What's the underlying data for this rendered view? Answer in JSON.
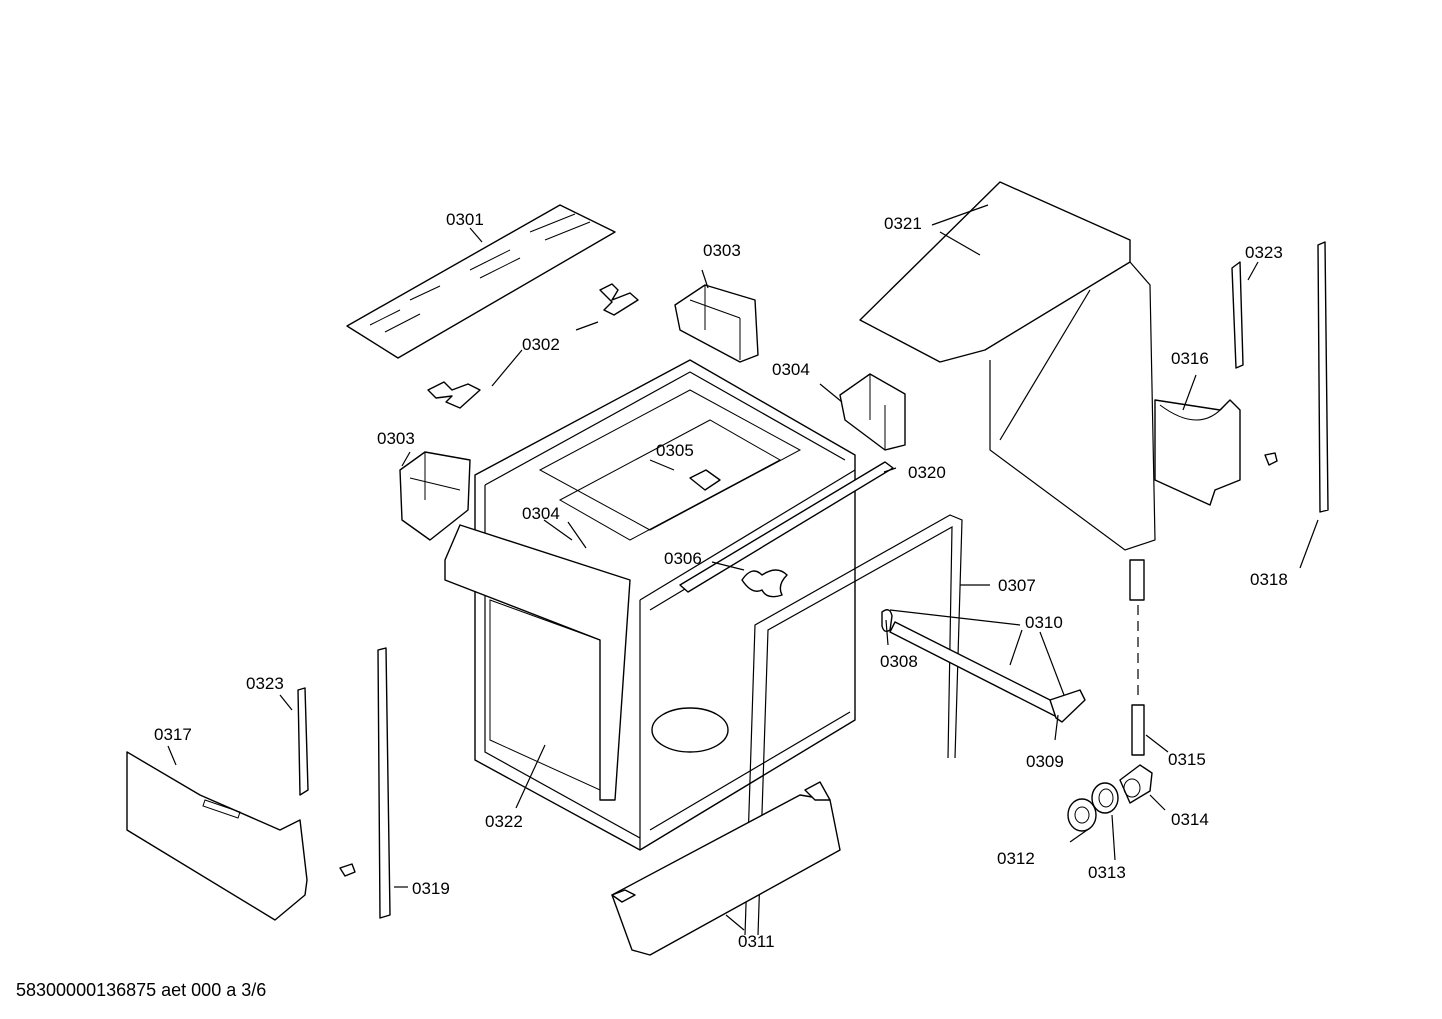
{
  "diagram": {
    "part_labels": {
      "p0301": "0301",
      "p0302": "0302",
      "p0303a": "0303",
      "p0303b": "0303",
      "p0304a": "0304",
      "p0304b": "0304",
      "p0305": "0305",
      "p0306": "0306",
      "p0307": "0307",
      "p0308": "0308",
      "p0309": "0309",
      "p0310": "0310",
      "p0311": "0311",
      "p0312": "0312",
      "p0313": "0313",
      "p0314": "0314",
      "p0315": "0315",
      "p0316": "0316",
      "p0317": "0317",
      "p0318": "0318",
      "p0319": "0319",
      "p0320": "0320",
      "p0321": "0321",
      "p0322": "0322",
      "p0323a": "0323",
      "p0323b": "0323"
    },
    "footer": "58300000136875 aet 000 a 3/6"
  }
}
